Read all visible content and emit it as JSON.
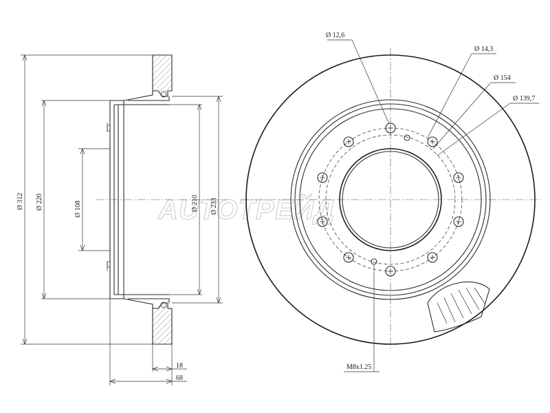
{
  "side_view": {
    "dims": [
      {
        "key": "d312",
        "text": "Ø 312"
      },
      {
        "key": "d220",
        "text": "Ø 220"
      },
      {
        "key": "d108",
        "text": "Ø 108"
      },
      {
        "key": "d210",
        "text": "Ø 210"
      },
      {
        "key": "d233",
        "text": "Ø 233"
      },
      {
        "key": "w18",
        "text": "18"
      },
      {
        "key": "w68",
        "text": "68"
      }
    ]
  },
  "front_view": {
    "callouts": [
      {
        "key": "hole126",
        "text": "Ø 12,6"
      },
      {
        "key": "hole143",
        "text": "Ø 14,3"
      },
      {
        "key": "pcd154",
        "text": "Ø 154"
      },
      {
        "key": "pcd1397",
        "text": "Ø 139,7"
      },
      {
        "key": "thread",
        "text": "M8x1.25"
      }
    ]
  },
  "watermark": {
    "text": "AUTOTPEЙД"
  }
}
